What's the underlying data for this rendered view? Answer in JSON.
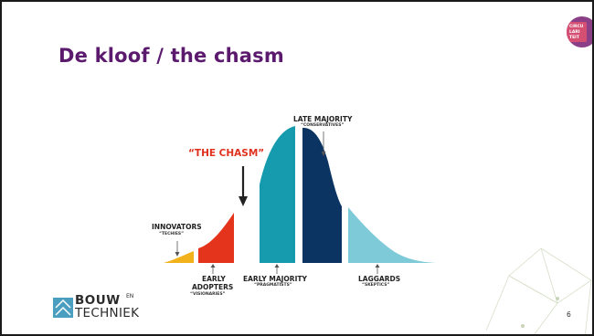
{
  "slide": {
    "title": "De kloof / the chasm",
    "page_number": "6"
  },
  "badge": {
    "line1": "CIRCU",
    "line2": "LARI",
    "line3": "TEIT"
  },
  "logo": {
    "word1": "BOUW",
    "word2": "TECHNIEK",
    "en": "EN"
  },
  "diagram": {
    "chasm_label": "“THE CHASM”",
    "segments": [
      {
        "name": "INNOVATORS",
        "sub": "“TECHIES”",
        "color": "#f2b21c"
      },
      {
        "name": "EARLY",
        "name2": "ADOPTERS",
        "sub": "“VISIONARIES”",
        "color": "#e5341c"
      },
      {
        "name": "EARLY MAJORITY",
        "sub": "“PRAGMATISTS”",
        "color": "#159aae"
      },
      {
        "name": "LATE MAJORITY",
        "sub": "“CONSERVATIVES”",
        "color": "#0c3463"
      },
      {
        "name": "LAGGARDS",
        "sub": "“SKEPTICS”",
        "color": "#7fcad8"
      }
    ]
  }
}
